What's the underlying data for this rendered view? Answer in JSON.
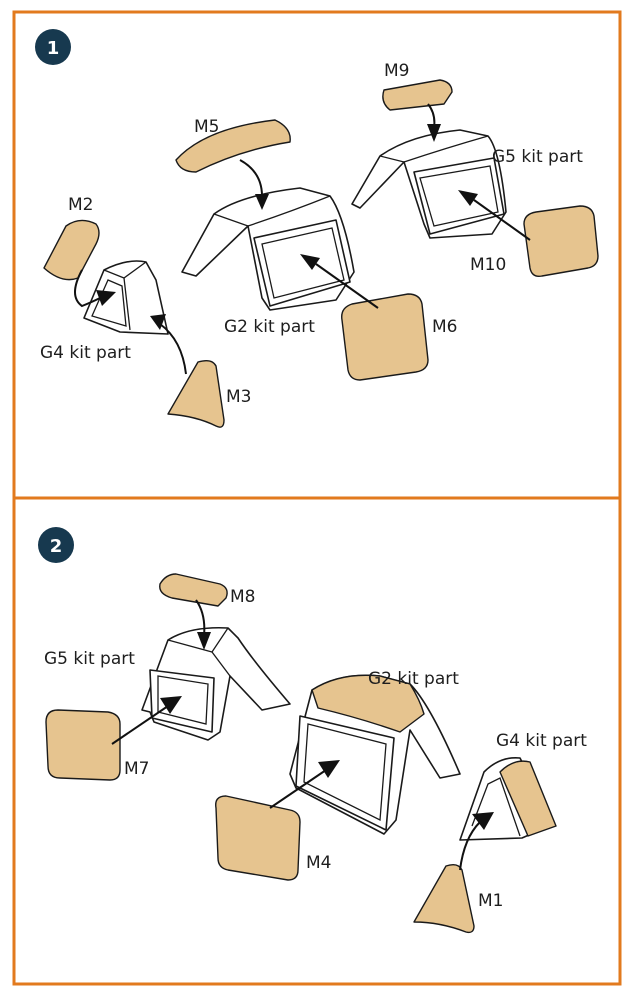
{
  "steps": [
    {
      "number": "1",
      "labels": {
        "M2": "M2",
        "M3": "M3",
        "M5": "M5",
        "M6": "M6",
        "M9": "M9",
        "M10": "M10",
        "G4": "G4 kit part",
        "G2": "G2 kit part",
        "G5": "G5 kit part"
      }
    },
    {
      "number": "2",
      "labels": {
        "M8": "M8",
        "M7": "M7",
        "M4": "M4",
        "M1": "M1",
        "G5": "G5 kit part",
        "G2": "G2 kit part",
        "G4": "G4 kit part"
      }
    }
  ],
  "colors": {
    "frame": "#e27a1e",
    "badge": "#17394f",
    "mask": "#e6c48f"
  }
}
